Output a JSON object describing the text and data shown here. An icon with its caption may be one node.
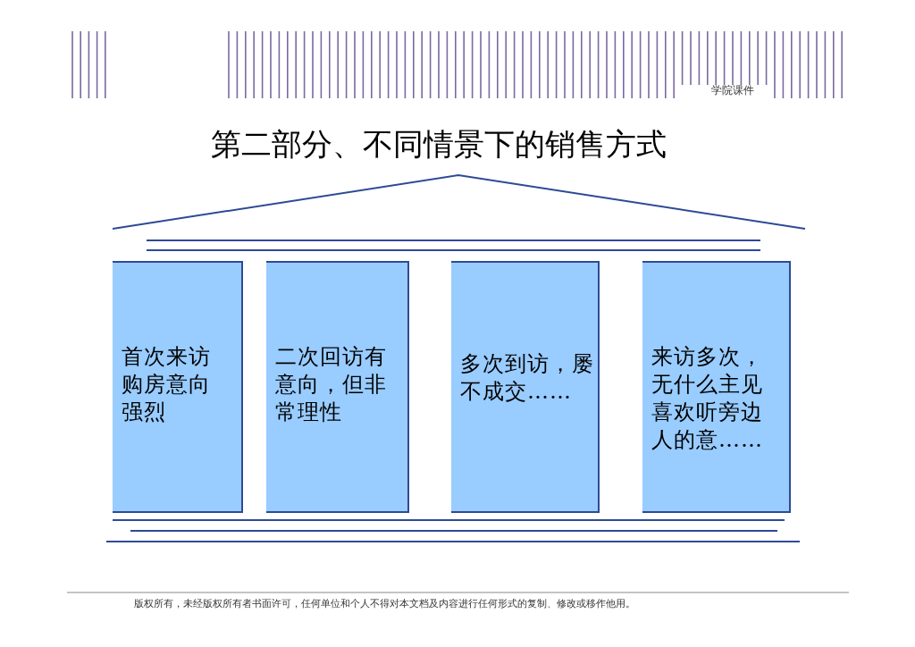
{
  "diagram": {
    "title": "第二部分、不同情景下的销售方式",
    "nodes": [
      {
        "text": [
          "首次来访购房意向强烈"
        ]
      },
      {
        "text": [
          "二次回访有意向，但非常理性"
        ]
      },
      {
        "text": [
          "多次到访，屡不成交……"
        ]
      },
      {
        "text": [
          "来访多次，无什么主见喜欢听旁边人的意……"
        ]
      }
    ],
    "labels": [
      "学院课件",
      "版权所有，未经版权所有者书面许可，任何单位和个人不得对本文档及内容进行任何形式的复制、修改或移作他用。"
    ]
  }
}
